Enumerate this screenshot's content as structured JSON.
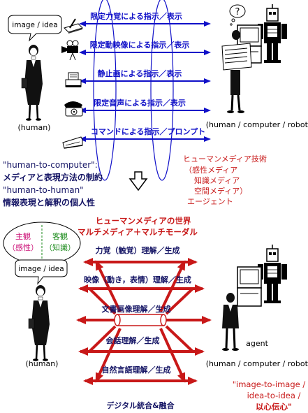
{
  "colors": {
    "blue": "#1010c8",
    "red": "#c81818",
    "green": "#1a8a1a",
    "magenta": "#cc1177",
    "dark": "#141464"
  },
  "top": {
    "bubble": "image / idea",
    "human_label": "(human)",
    "machine_label": "(human / computer / robot)",
    "question_mark": "?",
    "channels": [
      {
        "label": "限定力覚による指示／表示",
        "icon": "pen-tablet-icon"
      },
      {
        "label": "限定動映像による指示／表示",
        "icon": "video-camera-icon"
      },
      {
        "label": "静止画による指示／表示",
        "icon": "printer-icon"
      },
      {
        "label": "限定音声による指示／表示",
        "icon": "telephone-icon"
      },
      {
        "label": "コマンドによる指示／プロンプト",
        "icon": "keyboard-icon"
      }
    ],
    "left_notes": [
      "\"human-to-computer\":",
      "メディアと表現方法の制約",
      "\"human-to-human\"",
      "情報表現と解釈の個人性"
    ],
    "right_notes": [
      "ヒューマンメディア技術",
      "（感性メディア",
      "知識メディア",
      "空間メディア）",
      "エージェント"
    ]
  },
  "bottom": {
    "title_lines": [
      "ヒューマンメディアの世界",
      "マルチメディア＋マルチモーダル"
    ],
    "subjective": [
      "主観",
      "（感性）"
    ],
    "objective": [
      "客観",
      "（知識）"
    ],
    "bubble": "image / idea",
    "human_label": "(human)",
    "machine_label": "(human / computer / robot)",
    "agent_label": "agent",
    "channels": [
      "力覚（触覚）理解／生成",
      "映像（動き，表情）理解／生成",
      "文書画像理解／生成",
      "会話理解／生成",
      "自然言語理解／生成"
    ],
    "footer": "デジタル統合&融合",
    "quote_lines": [
      "\"image-to-image /",
      "idea-to-idea /",
      "以心伝心\""
    ]
  }
}
